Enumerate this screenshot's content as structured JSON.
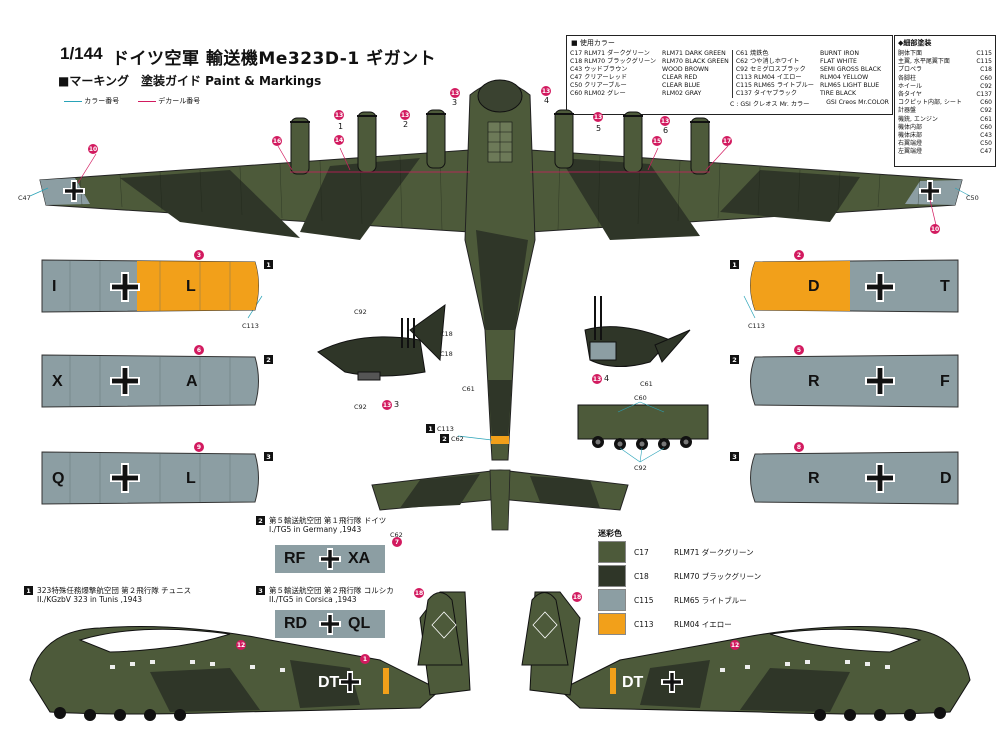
{
  "title": {
    "scale": "1/144",
    "main": "ドイツ空軍 輸送機Me323D-1 ギガント",
    "subtitle": "■マーキング　塗装ガイド Paint & Markings"
  },
  "legend": {
    "color_number": "カラー番号",
    "decal_number": "デカール番号",
    "color_number_line": "#29a3b8",
    "decal_number_line": "#d21a5f"
  },
  "color_table": {
    "heading": "使用カラー",
    "rows": [
      [
        "C17 RLM71 ダークグリーン",
        "RLM71 DARK GREEN",
        "C61  焼鉄色",
        "BURNT IRON"
      ],
      [
        "C18 RLM70 ブラックグリーン",
        "RLM70 BLACK GREEN",
        "C62  つや消しホワイト",
        "FLAT WHITE"
      ],
      [
        "C43 ウッドブラウン",
        "WOOD BROWN",
        "C92  セミグロスブラック",
        "SEMI GROSS BLACK"
      ],
      [
        "C47 クリアーレッド",
        "CLEAR RED",
        "C113 RLM04 イエロー",
        "RLM04 YELLOW"
      ],
      [
        "C50 クリアーブルー",
        "CLEAR BLUE",
        "C115 RLM65 ライトブルー",
        "RLM65 LIGHT BLUE"
      ],
      [
        "C60 RLM02 グレー",
        "RLM02 GRAY",
        "C137 タイヤブラック",
        "TIRE BLACK"
      ]
    ],
    "footer_left": "C : GSI クレオス Mr. カラー",
    "footer_right": "GSI Creos Mr.COLOR"
  },
  "detail_table": {
    "heading": "◆細部塗装",
    "rows": [
      [
        "胴体下面",
        "C115"
      ],
      [
        "主翼, 水平尾翼下面",
        "C115"
      ],
      [
        "プロペラ",
        "C18"
      ],
      [
        "各脚柱",
        "C60"
      ],
      [
        "ホイール",
        "C92"
      ],
      [
        "各タイヤ",
        "C137"
      ],
      [
        "コクピット内部, シート",
        "C60"
      ],
      [
        "計器盤",
        "C92"
      ],
      [
        "機銃, エンジン",
        "C61"
      ],
      [
        "機体内部",
        "C60"
      ],
      [
        "機体床部",
        "C43"
      ],
      [
        "右翼端燈",
        "C50"
      ],
      [
        "左翼端燈",
        "C47"
      ]
    ]
  },
  "camo_legend": {
    "heading": "迷彩色",
    "items": [
      {
        "code": "C17",
        "label": "RLM71 ダークグリーン",
        "color": "#4d5a3a"
      },
      {
        "code": "C18",
        "label": "RLM70 ブラックグリーン",
        "color": "#2f3628"
      },
      {
        "code": "C115",
        "label": "RLM65 ライトブルー",
        "color": "#8c9ea3"
      },
      {
        "code": "C113",
        "label": "RLM04 イエロー",
        "color": "#f2a01a"
      }
    ]
  },
  "versions": [
    {
      "num": "1",
      "jp": "323特殊任務爆撃航空団 第２飛行隊 チュニス",
      "en": "II./KGzbV 323 in Tunis ,1943"
    },
    {
      "num": "2",
      "jp": "第５輸送航空団 第１飛行隊 ドイツ",
      "en": "I./TG5 in Germany ,1943"
    },
    {
      "num": "3",
      "jp": "第５輸送航空団 第２飛行隊 コルシカ",
      "en": "II./TG5 in Corsica ,1943"
    }
  ],
  "fuselage_codes": {
    "v2_left": "RF",
    "v2_right": "XA",
    "v3_left": "RD",
    "v3_right": "QL",
    "v1_side": "DT",
    "v1_side_r": "DT"
  },
  "wing_panels_left": [
    {
      "num": "1",
      "left": "I",
      "right": "L",
      "decal": "3",
      "yellow": true
    },
    {
      "num": "2",
      "left": "X",
      "right": "A",
      "decal": "6",
      "yellow": false
    },
    {
      "num": "3",
      "left": "Q",
      "right": "L",
      "decal": "9",
      "yellow": false
    }
  ],
  "wing_panels_right": [
    {
      "num": "1",
      "left": "D",
      "right": "T",
      "decal": "2",
      "yellow": true
    },
    {
      "num": "2",
      "left": "R",
      "right": "F",
      "decal": "5",
      "yellow": false
    },
    {
      "num": "3",
      "left": "R",
      "right": "D",
      "decal": "8",
      "yellow": false
    }
  ],
  "color_labels": {
    "c47": "C47",
    "c50": "C50",
    "c113": "C113",
    "c92": "C92",
    "c18": "C18",
    "c61": "C61",
    "c60": "C60",
    "c62": "C62"
  },
  "decal_callouts": {
    "d13": "13",
    "d10": "10",
    "d16": "16",
    "d14": "14",
    "d15": "15",
    "d17": "17",
    "d12": "12",
    "d18": "18",
    "d1": "1",
    "d2": "2",
    "d3": "3",
    "d4": "4",
    "d5": "5",
    "d6": "6",
    "d7": "7"
  },
  "mini_legend": {
    "a_num": "1",
    "a_color": "C113",
    "b_num": "2",
    "b_color": "C62"
  }
}
